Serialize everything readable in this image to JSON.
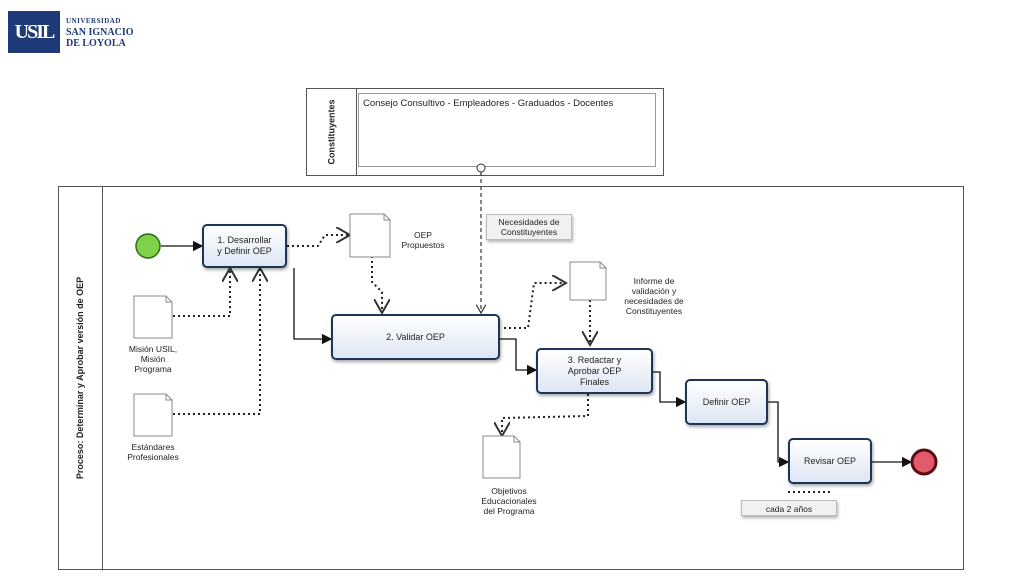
{
  "logo": {
    "mark": "USIL",
    "line1": "UNIVERSIDAD",
    "line2": "SAN IGNACIO",
    "line3": "DE LOYOLA"
  },
  "top_pool": {
    "label": "Constituyentes",
    "text": "Consejo Consultivo - Empleadores - Graduados - Docentes"
  },
  "main_pool": {
    "label": "Proceso:  Determinar y Aprobar versión de OEP"
  },
  "tasks": {
    "t1": "1. Desarrollar\ny Definir OEP",
    "t2": "2. Validar OEP",
    "t3": "3. Redactar y\nAprobar OEP\nFinales",
    "t4": "Definir OEP",
    "t5": "Revisar OEP"
  },
  "documents": {
    "d1": "OEP\nPropuestos",
    "d2": "Informe de\nvalidación y\nnecesidades de\nConstituyentes",
    "d3": "Misión USIL,\nMisión\nPrograma",
    "d4": "Estándares\nProfesionales",
    "d5": "Objetivos\nEducacionales\ndel Programa"
  },
  "annotations": {
    "a1": "Necesidades de\nConstituyentes",
    "a2": "cada 2 años"
  },
  "colors": {
    "logo_blue": "#1f3a78",
    "task_border": "#1d3557",
    "start_event": "#7fd14a",
    "end_event": "#e35a6a"
  }
}
